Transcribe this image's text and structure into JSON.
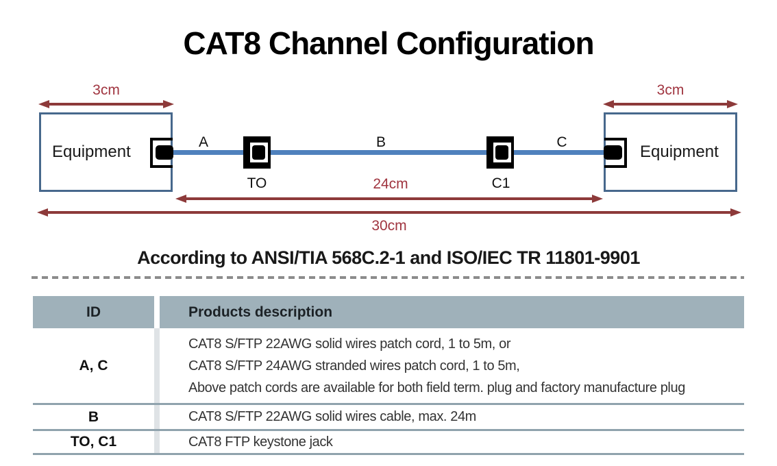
{
  "title": "CAT8 Channel Configuration",
  "standards_note": "According to ANSI/TIA 568C.2-1 and ISO/IEC TR 11801-9901",
  "diagram": {
    "equipment_left": "Equipment",
    "equipment_right": "Equipment",
    "dim_left": "3cm",
    "dim_right": "3cm",
    "dim_middle": "24cm",
    "dim_total": "30cm",
    "segment_a": "A",
    "segment_b": "B",
    "segment_c": "C",
    "jack_to": "TO",
    "jack_c1": "C1",
    "colors": {
      "cable": "#4f81bd",
      "equipment_border": "#47688c",
      "dimension_arrow": "#8d3a3a",
      "dimension_text": "#a03540",
      "table_header_bg": "#9fb1ba",
      "table_divider": "#90a3ad"
    }
  },
  "table": {
    "headers": [
      "ID",
      "Products description"
    ],
    "rows": [
      {
        "id": "A, C",
        "description_lines": [
          "CAT8 S/FTP 22AWG solid wires patch cord, 1 to 5m, or",
          "CAT8 S/FTP 24AWG stranded wires patch cord, 1 to 5m,",
          "Above patch cords are available for both field term. plug and factory manufacture plug"
        ]
      },
      {
        "id": "B",
        "description_lines": [
          "CAT8 S/FTP 22AWG solid wires cable, max. 24m"
        ]
      },
      {
        "id": "TO, C1",
        "description_lines": [
          "CAT8 FTP keystone jack"
        ]
      }
    ]
  }
}
